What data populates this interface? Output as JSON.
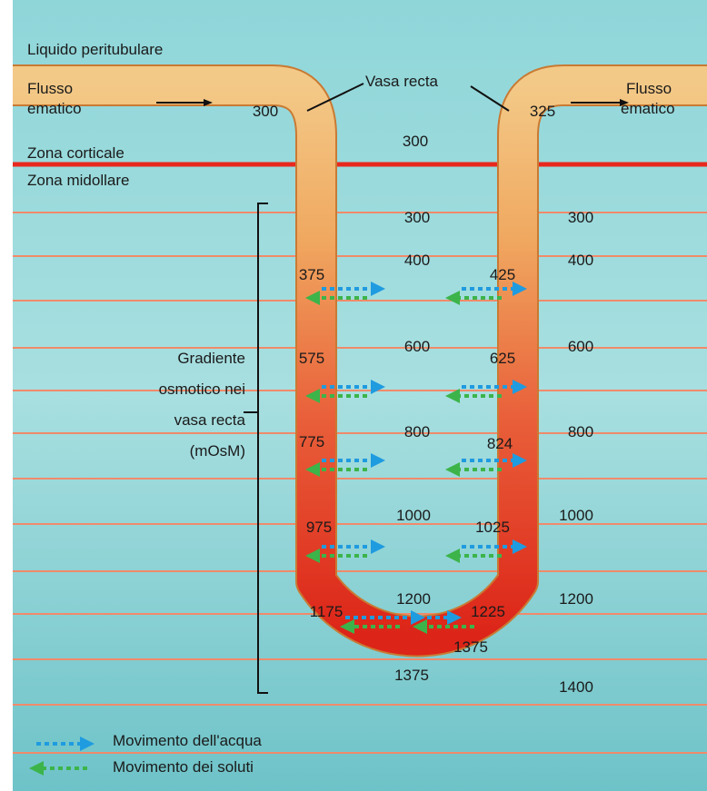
{
  "labels": {
    "fluid": "Liquido peritubulare",
    "flow_left_1": "Flusso",
    "flow_left_2": "ematico",
    "flow_right_1": "Flusso",
    "flow_right_2": "ematico",
    "vasa_recta": "Vasa recta",
    "cortex": "Zona corticale",
    "medulla": "Zona midollare",
    "gradient_1": "Gradiente",
    "gradient_2": "osmotico nei",
    "gradient_3": "vasa recta",
    "gradient_4": "(mOsM)"
  },
  "values": {
    "inlet": "300",
    "outlet": "325",
    "cortex_interstitial": "300",
    "descending": [
      "375",
      "575",
      "775",
      "975",
      "1175"
    ],
    "interstitial_center": [
      "300",
      "400",
      "600",
      "800",
      "1000",
      "1200",
      "1375"
    ],
    "ascending": [
      "425",
      "625",
      "824",
      "1025",
      "1225",
      "1375"
    ],
    "interstitial_right": [
      "300",
      "400",
      "600",
      "800",
      "1000",
      "1200",
      "1400"
    ]
  },
  "legend": {
    "water": "Movimento dell'acqua",
    "solutes": "Movimento dei soluti"
  },
  "colors": {
    "background": "#7ecbd0",
    "cortex_line": "#e8281e",
    "layer_line": "#f08a6a",
    "vessel_top": "#f2c27e",
    "vessel_bottom": "#dd2a1e",
    "water_arrow": "#1f9be0",
    "solute_arrow": "#3cb44a"
  }
}
